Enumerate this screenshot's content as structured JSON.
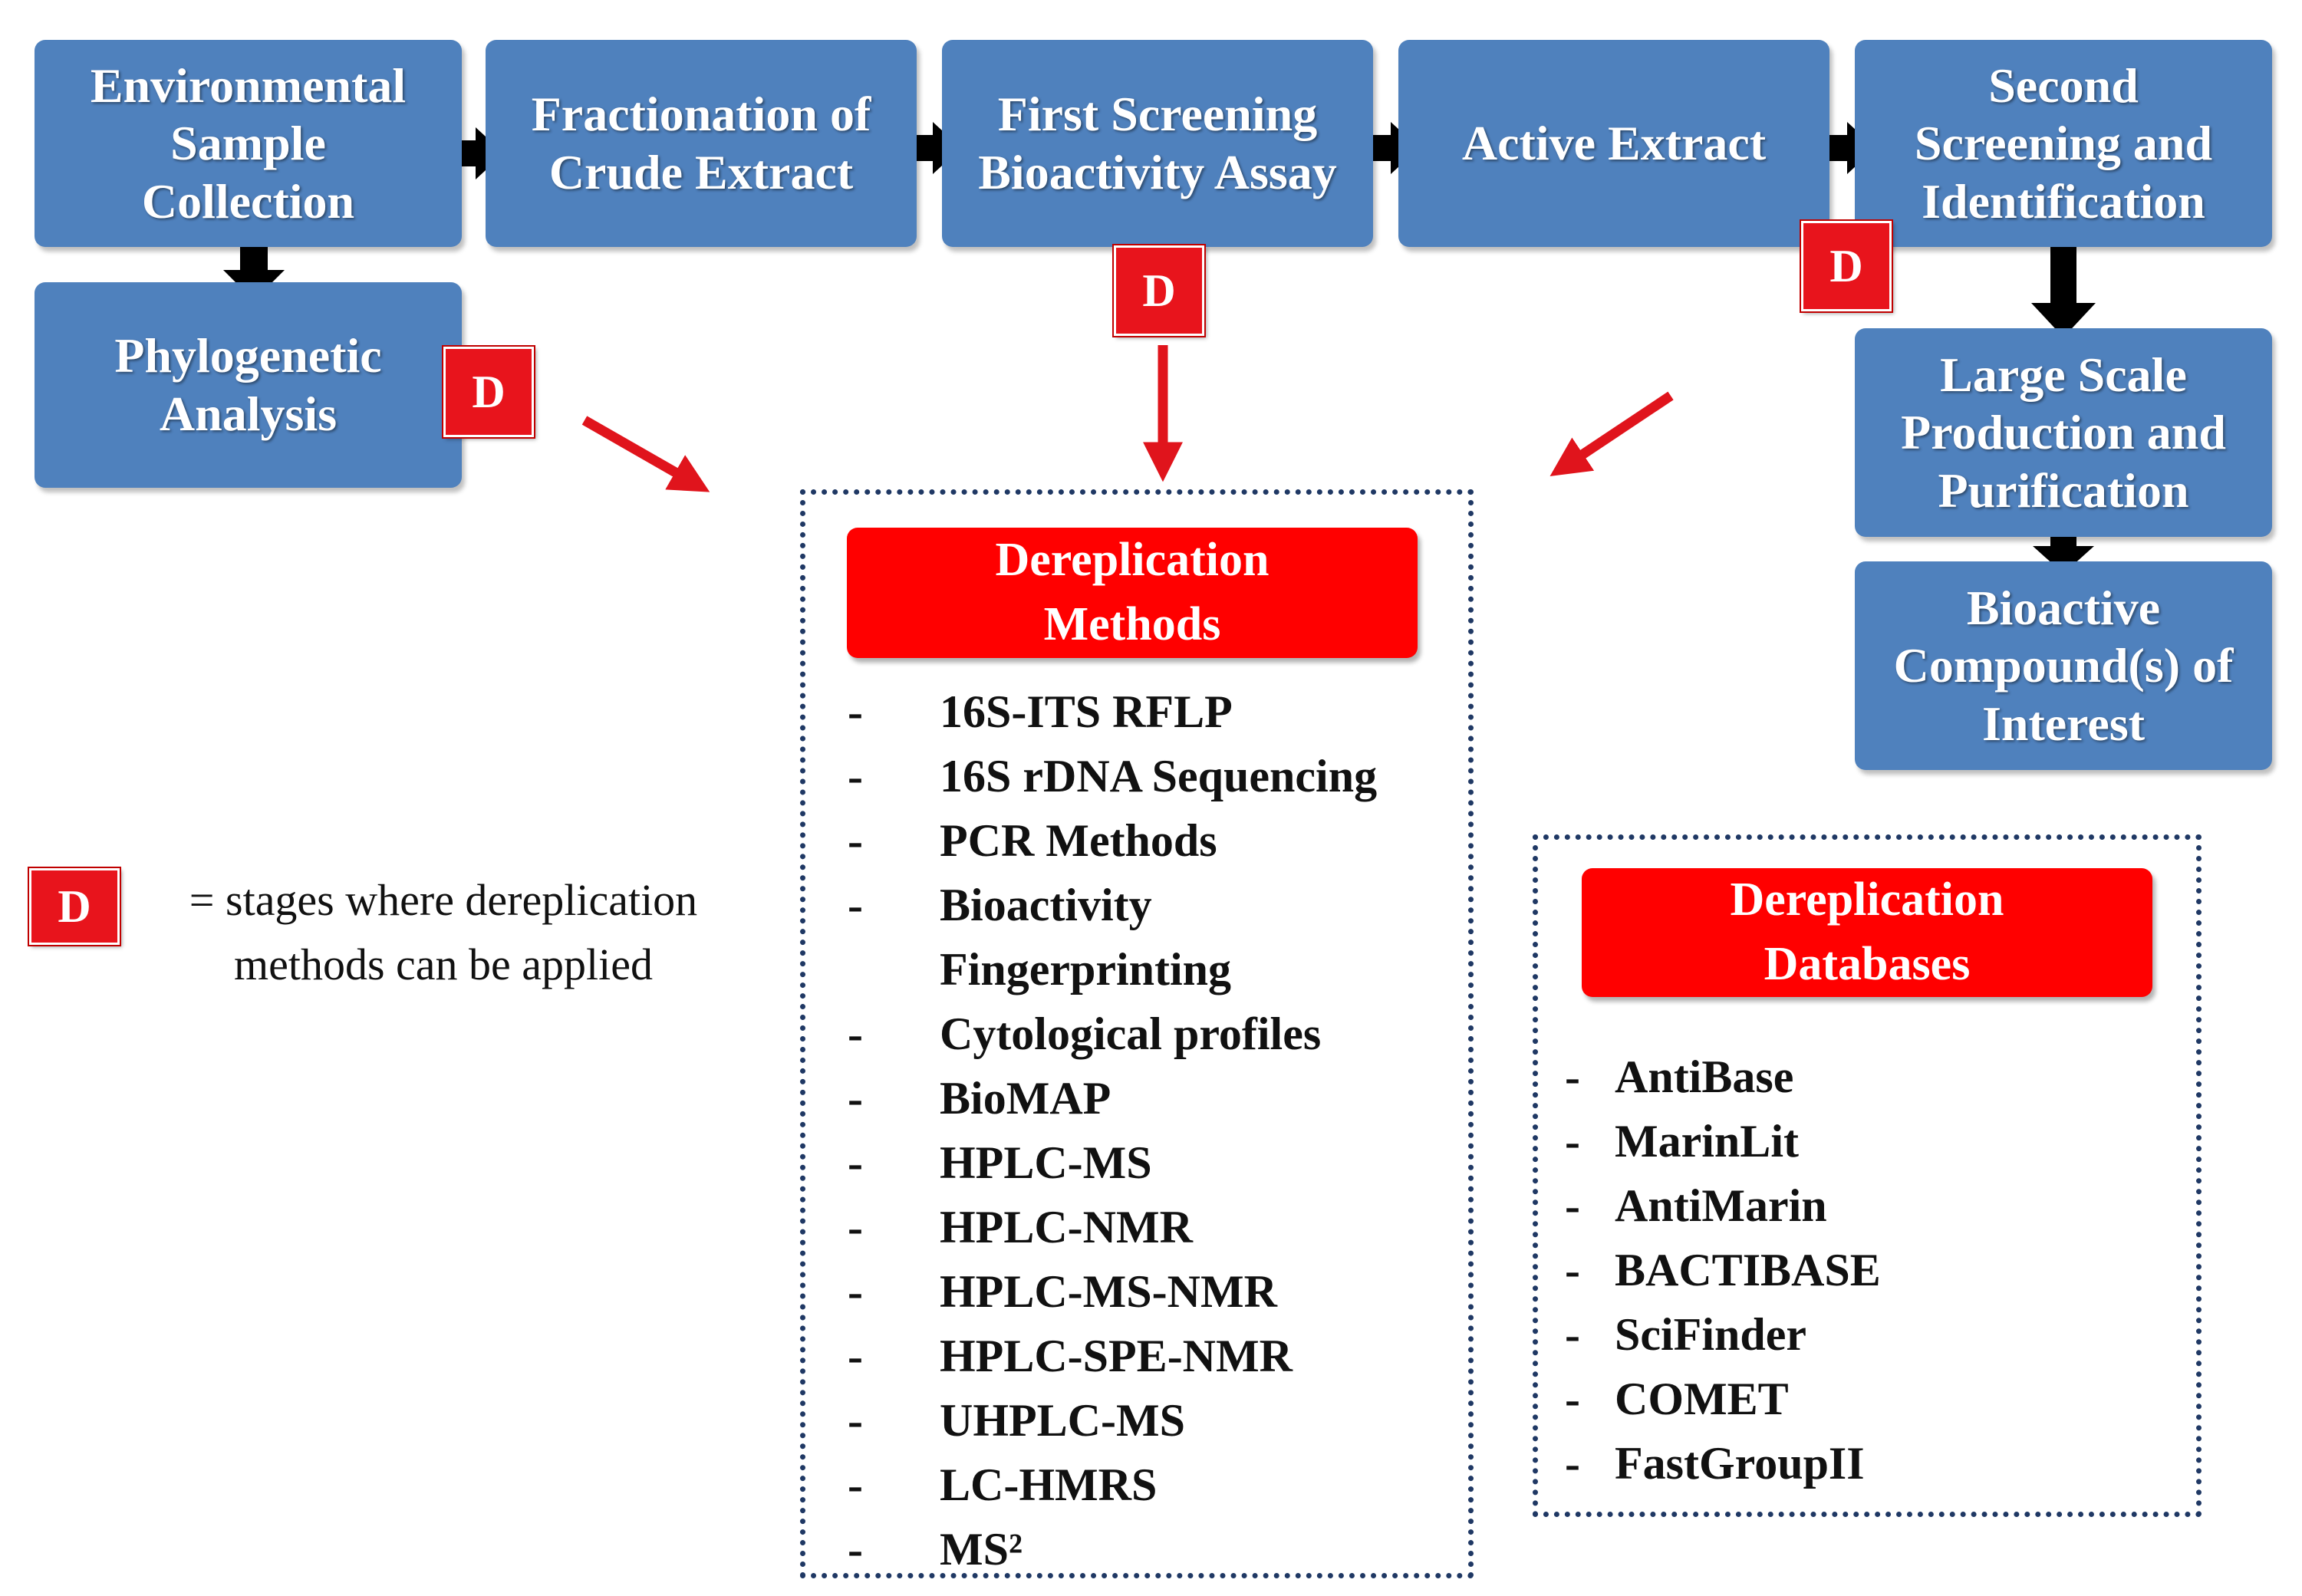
{
  "flow": {
    "environmental_sample": "Environmental\nSample\nCollection",
    "fractionation": "Fractionation of\nCrude Extract",
    "first_screening": "First Screening\nBioactivity Assay",
    "active_extract": "Active Extract",
    "second_screening": "Second\nScreening and\nIdentification",
    "phylogenetic": "Phylogenetic\nAnalysis",
    "large_scale": "Large Scale\nProduction and\nPurification",
    "bioactive": "Bioactive\nCompound(s) of\nInterest"
  },
  "badge_letter": "D",
  "legend": {
    "badge": "D",
    "text": "= stages where dereplication\nmethods can be applied"
  },
  "methods": {
    "title": "Dereplication\nMethods",
    "items": [
      "16S-ITS RFLP",
      "16S rDNA Sequencing",
      "PCR Methods",
      "Bioactivity",
      "Fingerprinting",
      "Cytological profiles",
      "BioMAP",
      "HPLC-MS",
      "HPLC-NMR",
      "HPLC-MS-NMR",
      "HPLC-SPE-NMR",
      "UHPLC-MS",
      "LC-HMRS",
      "MS²"
    ]
  },
  "databases": {
    "title": "Dereplication\nDatabases",
    "items": [
      "AntiBase",
      "MarinLit",
      "AntiMarin",
      "BACTIBASE",
      "SciFinder",
      "COMET",
      "FastGroupII"
    ]
  },
  "dash": "-",
  "colors": {
    "box_blue": "#4f81bd",
    "badge_red": "#e8141c",
    "header_red": "#ff0000",
    "arrow_red": "#e0141c",
    "arrow_black": "#000000",
    "dotted_border": "#1f3864"
  }
}
